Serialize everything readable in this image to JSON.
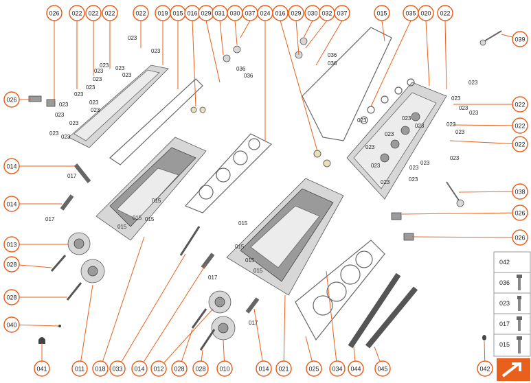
{
  "callouts": [
    {
      "id": "026",
      "label": "026"
    },
    {
      "id": "022a",
      "label": "022"
    },
    {
      "id": "022b",
      "label": "022"
    },
    {
      "id": "022c",
      "label": "022"
    },
    {
      "id": "022d",
      "label": "022"
    },
    {
      "id": "019",
      "label": "019"
    },
    {
      "id": "015a",
      "label": "015"
    },
    {
      "id": "016a",
      "label": "016"
    },
    {
      "id": "029a",
      "label": "029"
    },
    {
      "id": "031",
      "label": "031"
    },
    {
      "id": "030a",
      "label": "030"
    },
    {
      "id": "016b",
      "label": "016"
    },
    {
      "id": "029b",
      "label": "029"
    },
    {
      "id": "030b",
      "label": "030"
    },
    {
      "id": "032",
      "label": "032"
    },
    {
      "id": "037a",
      "label": "037"
    },
    {
      "id": "037b",
      "label": "037"
    },
    {
      "id": "015b",
      "label": "015"
    },
    {
      "id": "035",
      "label": "035"
    },
    {
      "id": "020",
      "label": "020"
    },
    {
      "id": "022e",
      "label": "022"
    },
    {
      "id": "039",
      "label": "039"
    },
    {
      "id": "026b",
      "label": "026"
    },
    {
      "id": "022f",
      "label": "022"
    },
    {
      "id": "022g",
      "label": "022"
    },
    {
      "id": "022h",
      "label": "022"
    },
    {
      "id": "014a",
      "label": "014"
    },
    {
      "id": "014b",
      "label": "014"
    },
    {
      "id": "038",
      "label": "038"
    },
    {
      "id": "026c",
      "label": "026"
    },
    {
      "id": "026d",
      "label": "026"
    },
    {
      "id": "013",
      "label": "013"
    },
    {
      "id": "028a",
      "label": "028"
    },
    {
      "id": "028b",
      "label": "028"
    },
    {
      "id": "040",
      "label": "040"
    },
    {
      "id": "041",
      "label": "041"
    },
    {
      "id": "011",
      "label": "011"
    },
    {
      "id": "018",
      "label": "018"
    },
    {
      "id": "033",
      "label": "033"
    },
    {
      "id": "014c",
      "label": "014"
    },
    {
      "id": "012",
      "label": "012"
    },
    {
      "id": "028c",
      "label": "028"
    },
    {
      "id": "028d",
      "label": "028"
    },
    {
      "id": "010",
      "label": "010"
    },
    {
      "id": "014d",
      "label": "014"
    },
    {
      "id": "021",
      "label": "021"
    },
    {
      "id": "025",
      "label": "025"
    },
    {
      "id": "034",
      "label": "034"
    },
    {
      "id": "044",
      "label": "044"
    },
    {
      "id": "045",
      "label": "045"
    },
    {
      "id": "042",
      "label": "042"
    },
    {
      "id": "024",
      "label": "024"
    }
  ],
  "small_labels": {
    "l023": "023",
    "l017": "017",
    "l015": "015",
    "l036": "036"
  },
  "legend": {
    "rows": [
      {
        "code": "042",
        "icon": "blank"
      },
      {
        "code": "036",
        "icon": "bolt-flange-icon"
      },
      {
        "code": "023",
        "icon": "bolt-icon"
      },
      {
        "code": "017",
        "icon": "bolt-short-icon"
      },
      {
        "code": "015",
        "icon": "bolt-long-icon"
      }
    ]
  },
  "colors": {
    "accent": "#e8601c",
    "line": "#555555"
  }
}
